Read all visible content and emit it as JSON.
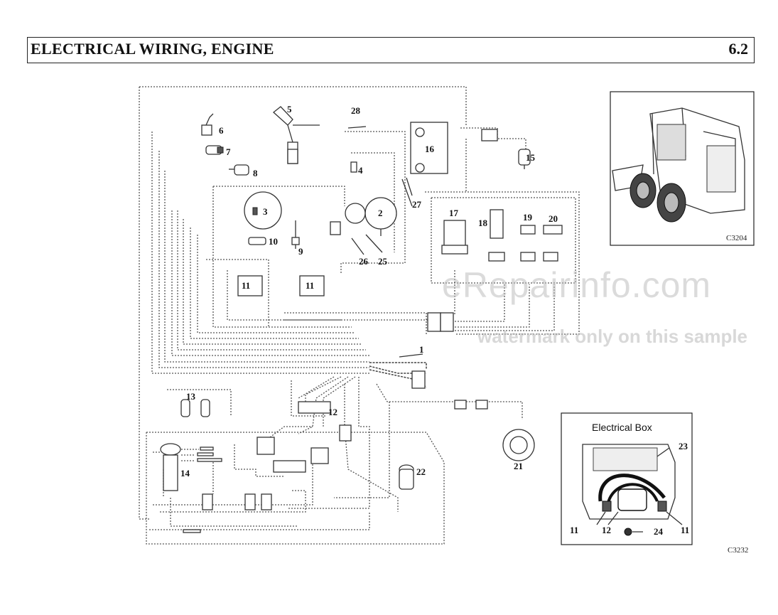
{
  "header": {
    "title": "ELECTRICAL WIRING, ENGINE",
    "section": "6.2"
  },
  "callouts": [
    "1",
    "2",
    "3",
    "4",
    "5",
    "6",
    "7",
    "8",
    "9",
    "10",
    "11",
    "11",
    "12",
    "13",
    "14",
    "15",
    "16",
    "17",
    "18",
    "19",
    "20",
    "21",
    "22",
    "25",
    "26",
    "27",
    "28"
  ],
  "loader_figure": {
    "ref": "C3204"
  },
  "electrical_box": {
    "title": "Electrical Box",
    "callouts": [
      "23",
      "11",
      "12",
      "24",
      "11"
    ]
  },
  "main_figure": {
    "ref": "C3232"
  },
  "watermark": {
    "main": "eRepairinfo.com",
    "sub": "watermark only on this sample"
  }
}
